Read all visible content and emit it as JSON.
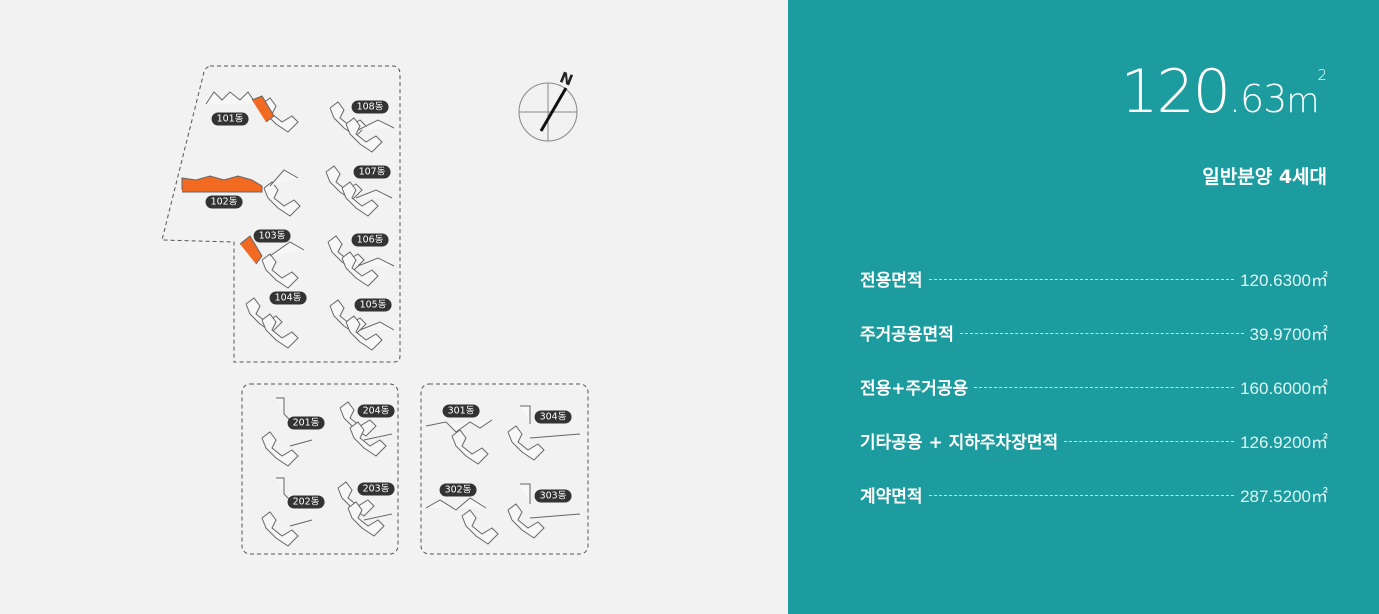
{
  "siteplan": {
    "north_label": "N",
    "buildings": [
      {
        "id": "101",
        "label": "101동",
        "highlighted": true
      },
      {
        "id": "102",
        "label": "102동",
        "highlighted": true
      },
      {
        "id": "103",
        "label": "103동",
        "highlighted": true
      },
      {
        "id": "104",
        "label": "104동",
        "highlighted": false
      },
      {
        "id": "105",
        "label": "105동",
        "highlighted": false
      },
      {
        "id": "106",
        "label": "106동",
        "highlighted": false
      },
      {
        "id": "107",
        "label": "107동",
        "highlighted": false
      },
      {
        "id": "108",
        "label": "108동",
        "highlighted": false
      },
      {
        "id": "201",
        "label": "201동",
        "highlighted": false
      },
      {
        "id": "202",
        "label": "202동",
        "highlighted": false
      },
      {
        "id": "203",
        "label": "203동",
        "highlighted": false
      },
      {
        "id": "204",
        "label": "204동",
        "highlighted": false
      },
      {
        "id": "301",
        "label": "301동",
        "highlighted": false
      },
      {
        "id": "302",
        "label": "302동",
        "highlighted": false
      },
      {
        "id": "303",
        "label": "303동",
        "highlighted": false
      },
      {
        "id": "304",
        "label": "304동",
        "highlighted": false
      }
    ],
    "colors": {
      "highlight": "#f26a21",
      "outline": "#555555",
      "label_bg": "#333333"
    }
  },
  "panel": {
    "area_big": "120",
    "area_small": ".63",
    "area_unit": "m",
    "area_sup": "2",
    "subtitle": "일반분양 4세대",
    "rows": [
      {
        "label": "전용면적",
        "value": "120.6300㎡"
      },
      {
        "label": "주거공용면적",
        "value": "39.9700㎡"
      },
      {
        "label": "전용+주거공용",
        "value": "160.6000㎡"
      },
      {
        "label": "기타공용 + 지하주차장면적",
        "value": "126.9200㎡"
      },
      {
        "label": "계약면적",
        "value": "287.5200㎡"
      }
    ],
    "colors": {
      "background": "#1c9c9e",
      "text": "#ffffff"
    }
  }
}
